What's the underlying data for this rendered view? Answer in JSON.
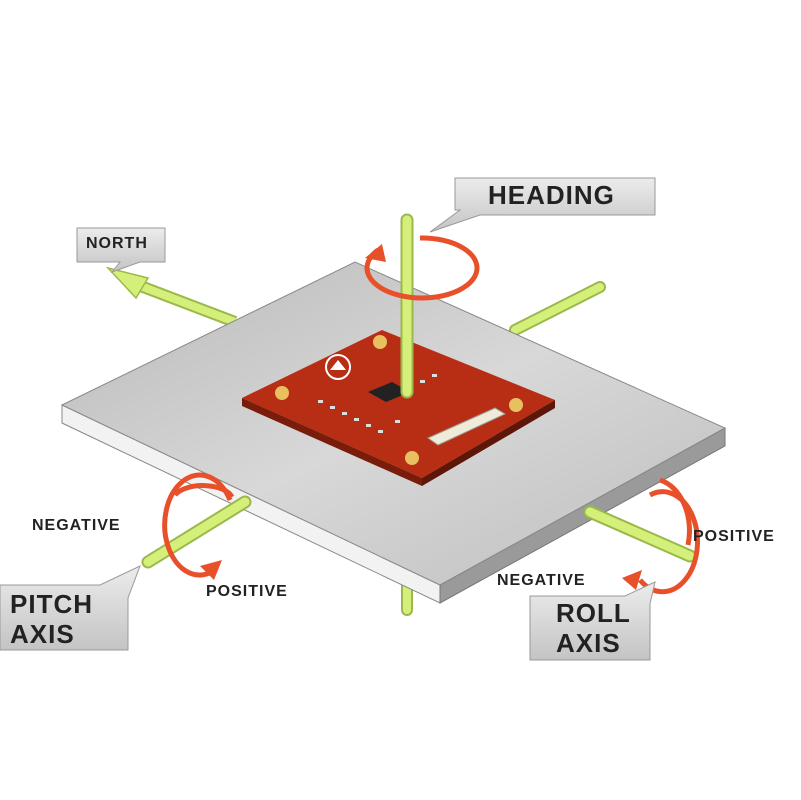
{
  "labels": {
    "heading": "HEADING",
    "north": "NORTH",
    "pitch_negative": "NEGATIVE",
    "pitch_positive": "POSITIVE",
    "pitch_axis_line1": "PITCH",
    "pitch_axis_line2": "AXIS",
    "roll_negative": "NEGATIVE",
    "roll_positive": "POSITIVE",
    "roll_axis_line1": "ROLL",
    "roll_axis_line2": "AXIS"
  },
  "colors": {
    "axis": "#c8e86a",
    "rotation_arrow": "#e8502a",
    "board": "#c8361a",
    "plate_top": "#c9c9c9",
    "plate_edge": "#eeeeee",
    "callout": "#d6d6d6"
  }
}
